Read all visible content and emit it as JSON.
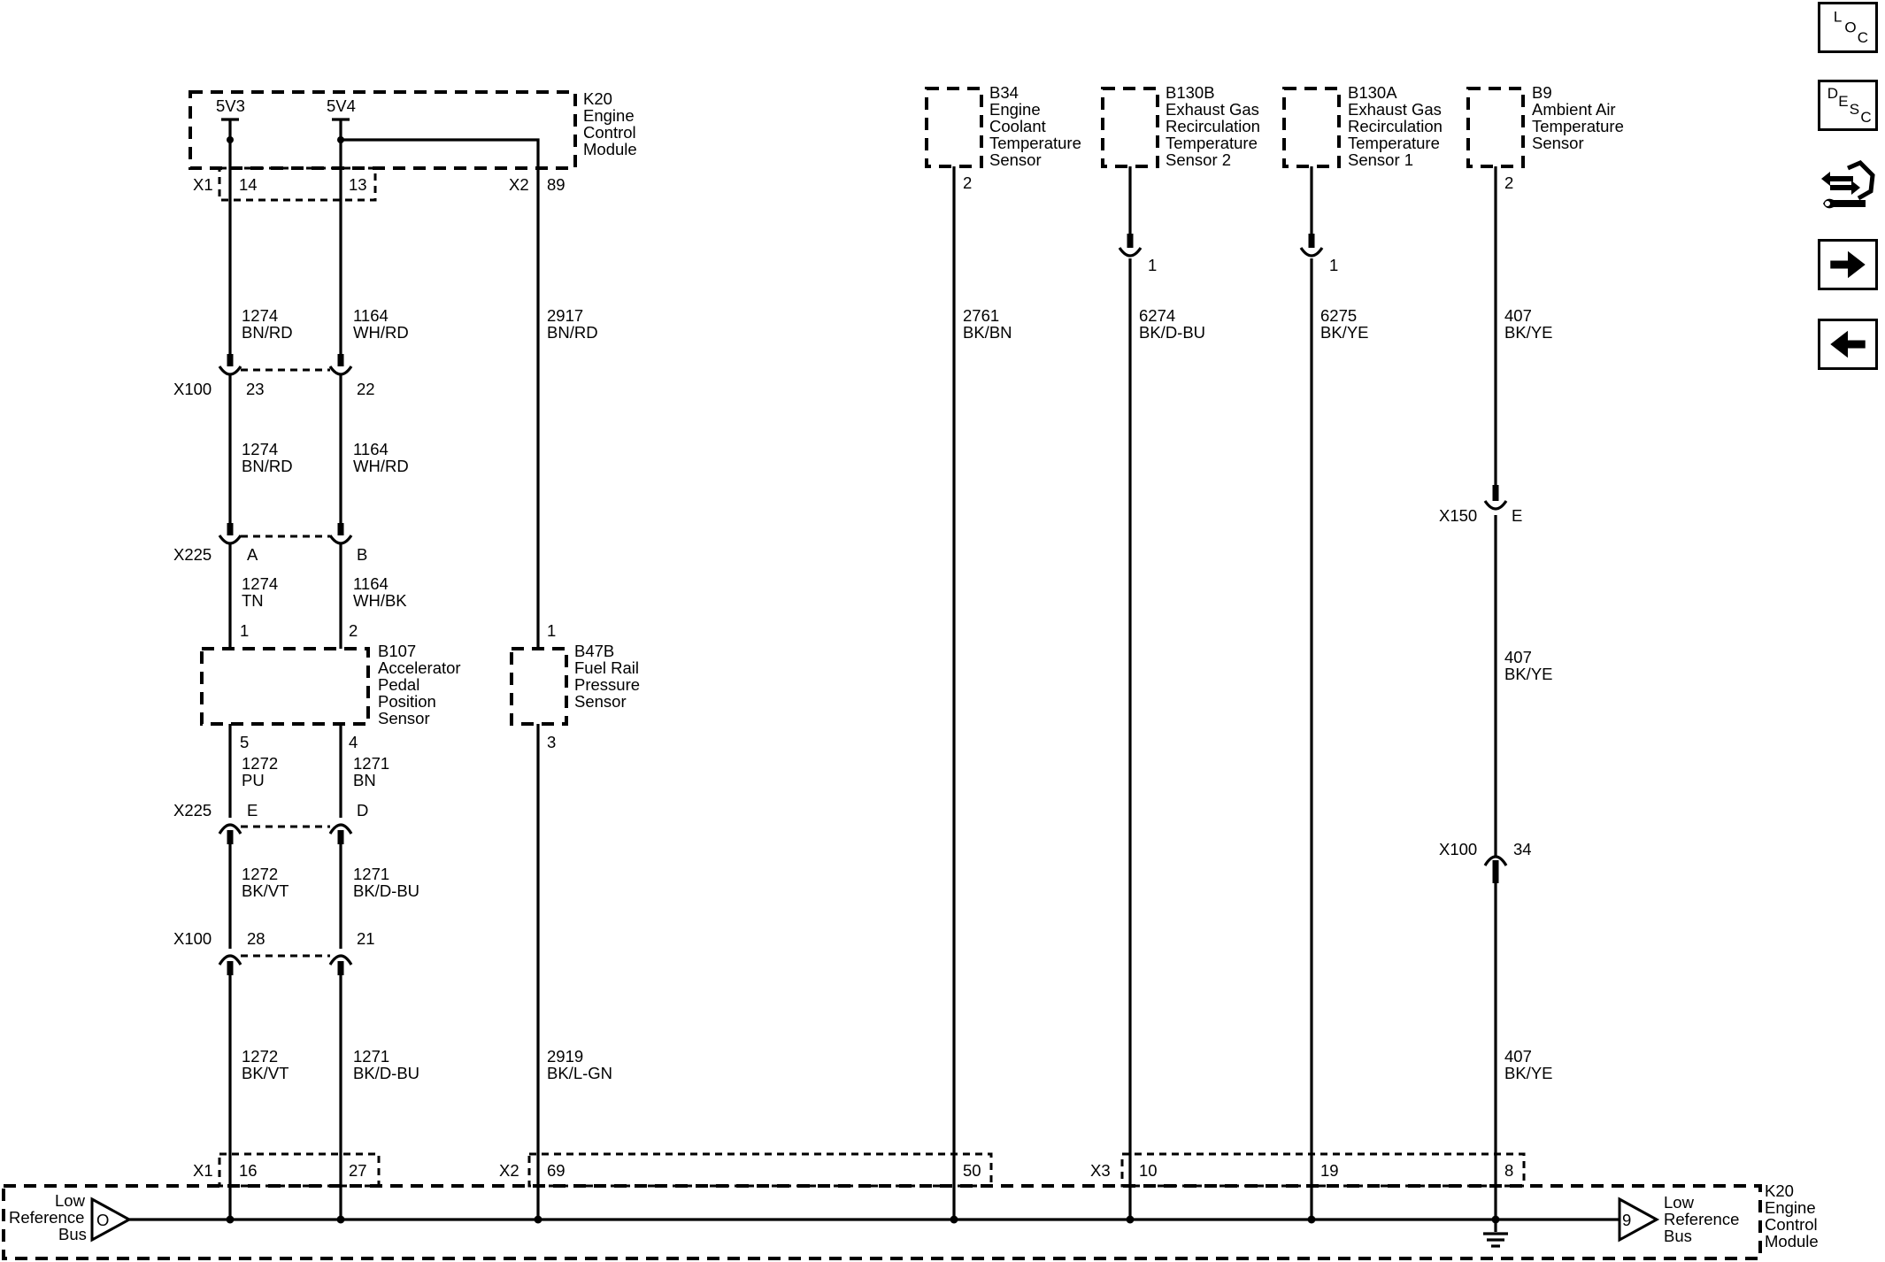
{
  "nav": {
    "loc": [
      "L",
      "O",
      "C"
    ],
    "desc": [
      "D",
      "E",
      "S",
      "C"
    ]
  },
  "k20_top": {
    "id": "K20",
    "name": [
      "Engine",
      "Control",
      "Module"
    ],
    "pin_5v3": "5V3",
    "pin_5v4": "5V4",
    "x1": "X1",
    "x1_pin_a": "14",
    "x1_pin_b": "13",
    "x2": "X2",
    "x2_pin": "89"
  },
  "wires": {
    "w1274_a": [
      "1274",
      "BN/RD"
    ],
    "w1164_a": [
      "1164",
      "WH/RD"
    ],
    "w2917": [
      "2917",
      "BN/RD"
    ],
    "w1274_b": [
      "1274",
      "BN/RD"
    ],
    "w1164_b": [
      "1164",
      "WH/RD"
    ],
    "w1274_c": [
      "1274",
      "TN"
    ],
    "w1164_c": [
      "1164",
      "WH/BK"
    ],
    "w1272_a": [
      "1272",
      "PU"
    ],
    "w1271_a": [
      "1271",
      "BN"
    ],
    "w1272_b": [
      "1272",
      "BK/VT"
    ],
    "w1271_b": [
      "1271",
      "BK/D-BU"
    ],
    "w1272_c": [
      "1272",
      "BK/VT"
    ],
    "w1271_c": [
      "1271",
      "BK/D-BU"
    ],
    "w2919": [
      "2919",
      "BK/L-GN"
    ],
    "w2761": [
      "2761",
      "BK/BN"
    ],
    "w6274": [
      "6274",
      "BK/D-BU"
    ],
    "w6275": [
      "6275",
      "BK/YE"
    ],
    "w407_a": [
      "407",
      "BK/YE"
    ],
    "w407_b": [
      "407",
      "BK/YE"
    ],
    "w407_c": [
      "407",
      "BK/YE"
    ]
  },
  "connectors": {
    "x100_top": {
      "id": "X100",
      "pin_a": "23",
      "pin_b": "22"
    },
    "x225_top": {
      "id": "X225",
      "pin_a": "A",
      "pin_b": "B"
    },
    "x225_bot": {
      "id": "X225",
      "pin_a": "E",
      "pin_b": "D"
    },
    "x100_bot": {
      "id": "X100",
      "pin_a": "28",
      "pin_b": "21"
    },
    "x150": {
      "id": "X150",
      "pin": "E"
    },
    "x100_right": {
      "id": "X100",
      "pin": "34"
    }
  },
  "components": {
    "b107": {
      "id": "B107",
      "name": [
        "Accelerator",
        "Pedal",
        "Position",
        "Sensor"
      ],
      "pin_1": "1",
      "pin_2": "2",
      "pin_5": "5",
      "pin_4": "4"
    },
    "b47b": {
      "id": "B47B",
      "name": [
        "Fuel Rail",
        "Pressure",
        "Sensor"
      ],
      "pin_top": "1",
      "pin_bot": "3"
    },
    "b34": {
      "id": "B34",
      "name": [
        "Engine",
        "Coolant",
        "Temperature",
        "Sensor"
      ],
      "pin": "2"
    },
    "b130b": {
      "id": "B130B",
      "name": [
        "Exhaust Gas",
        "Recirculation",
        "Temperature",
        "Sensor 2"
      ],
      "pin": "1"
    },
    "b130a": {
      "id": "B130A",
      "name": [
        "Exhaust Gas",
        "Recirculation",
        "Temperature",
        "Sensor 1"
      ],
      "pin": "1"
    },
    "b9": {
      "id": "B9",
      "name": [
        "Ambient Air",
        "Temperature",
        "Sensor"
      ],
      "pin": "2"
    }
  },
  "k20_bottom": {
    "id": "K20",
    "name": [
      "Engine",
      "Control",
      "Module"
    ],
    "x1": "X1",
    "x1_pin_a": "16",
    "x1_pin_b": "27",
    "x2": "X2",
    "x2_pin_a": "69",
    "x2_pin_b": "50",
    "x3": "X3",
    "x3_pin_a": "10",
    "x3_pin_b": "19",
    "x3_pin_c": "8",
    "bus_left": {
      "label": [
        "Low",
        "Reference",
        "Bus"
      ],
      "symbol": "O"
    },
    "bus_right": {
      "label": [
        "Low",
        "Reference",
        "Bus"
      ],
      "symbol": "9"
    }
  }
}
